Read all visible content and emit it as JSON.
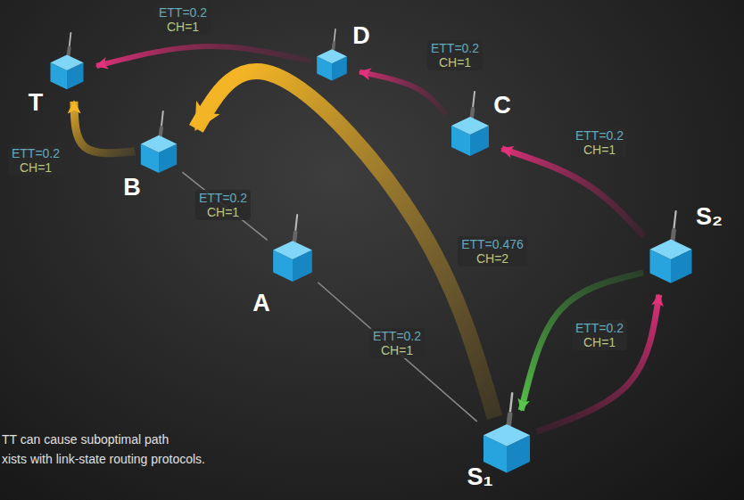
{
  "diagram": {
    "nodes": [
      {
        "text": [
          "T"
        ]
      },
      {
        "text": [
          "D"
        ]
      },
      {
        "text": [
          "C"
        ]
      },
      {
        "text": [
          "B"
        ]
      },
      {
        "text": [
          "A"
        ]
      },
      {
        "text": [
          "S₂"
        ]
      },
      {
        "text": [
          "S₁"
        ]
      }
    ],
    "edges": [
      {
        "from": 6,
        "to": 5,
        "label": "ETT=0.2 CH=1",
        "arrow": "to"
      },
      {
        "from": 5,
        "to": 6,
        "arrow": "to"
      },
      {
        "from": 5,
        "to": 2,
        "label": "ETT=0.2 CH=1",
        "arrow": "to"
      },
      {
        "from": 2,
        "to": 1,
        "label": "ETT=0.2 CH=1",
        "arrow": "to"
      },
      {
        "from": 1,
        "to": 0,
        "label": "ETT=0.2 CH=1",
        "arrow": "to"
      },
      {
        "from": 6,
        "to": 3,
        "label": "ETT=0.476 CH=2",
        "arrow": "to"
      },
      {
        "from": 3,
        "to": 0,
        "label": "ETT=0.2 CH=1",
        "arrow": "to"
      },
      {
        "from": 6,
        "to": 4,
        "label": "ETT=0.2 CH=1",
        "arrow": "none"
      },
      {
        "from": 4,
        "to": 3,
        "label": "ETT=0.2 CH=1",
        "arrow": "none"
      }
    ],
    "labels": [
      "TT can cause suboptimal path",
      "xists with link-state routing protocols."
    ]
  }
}
